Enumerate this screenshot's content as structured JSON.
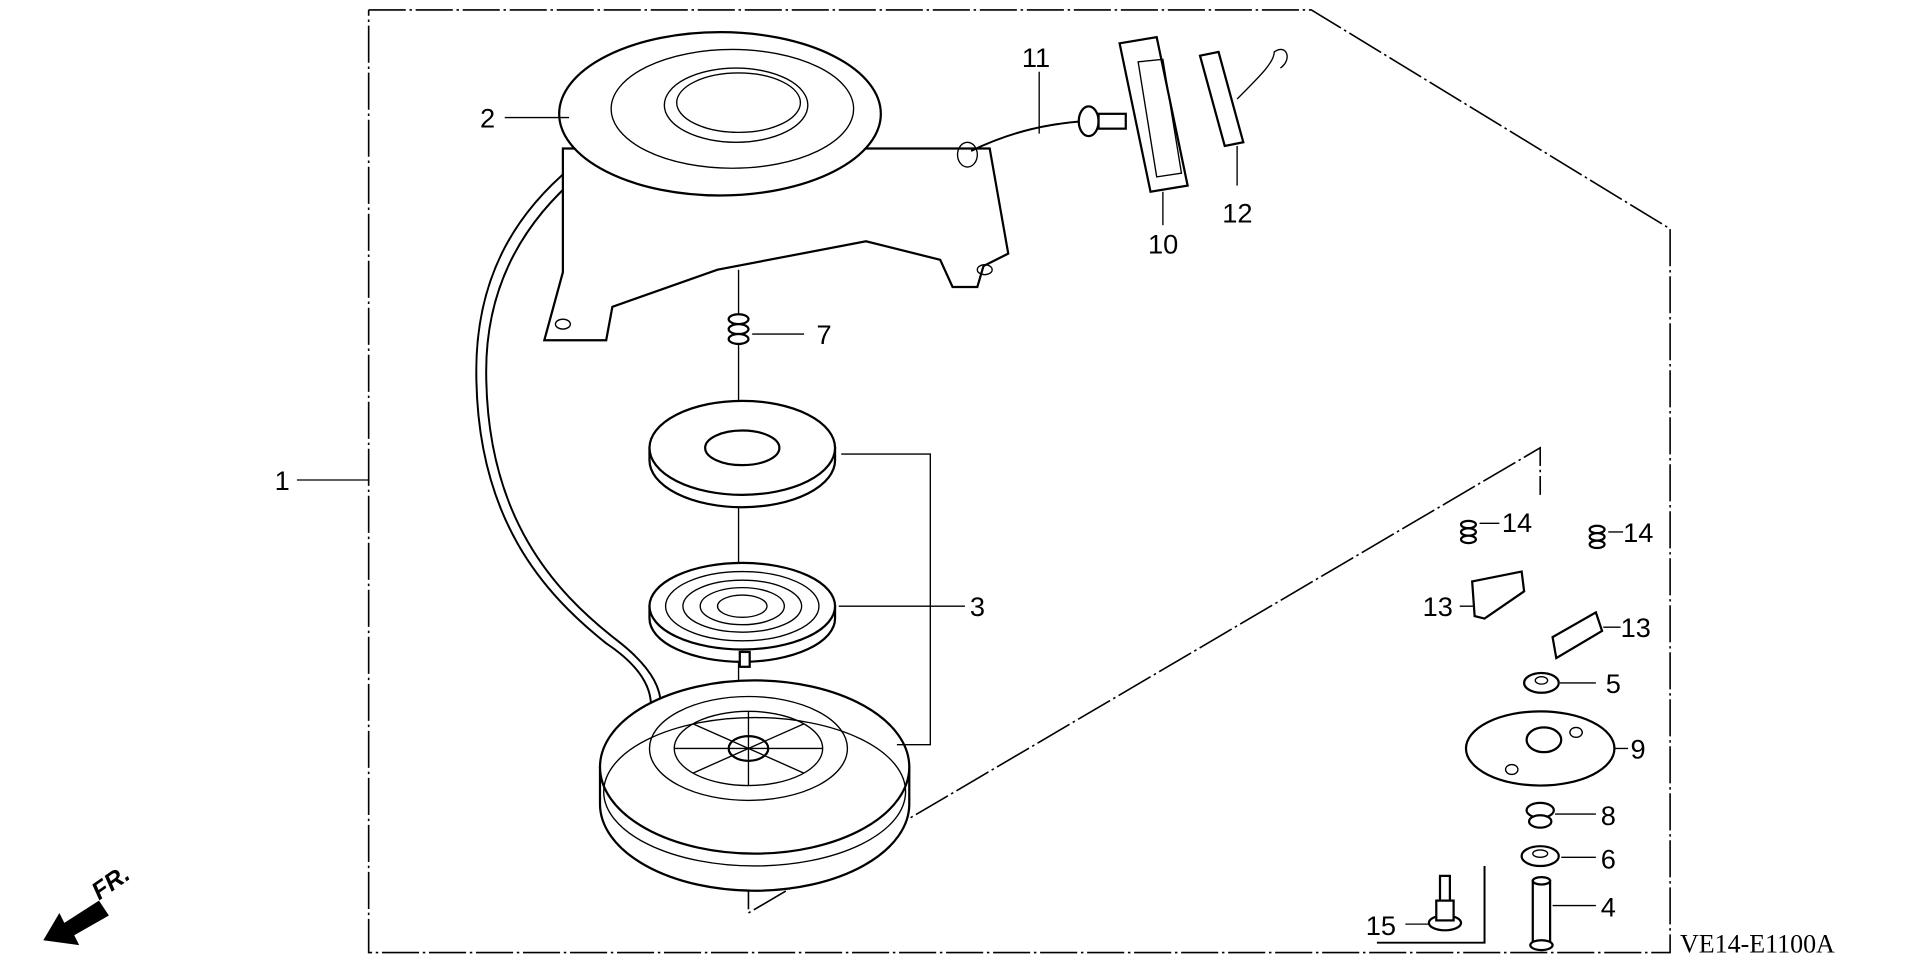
{
  "diagram": {
    "code": "VE14-E1100A",
    "direction_label": "FR.",
    "callouts": {
      "p1": "1",
      "p2": "2",
      "p3": "3",
      "p4": "4",
      "p5": "5",
      "p6": "6",
      "p7": "7",
      "p8": "8",
      "p9": "9",
      "p10": "10",
      "p11": "11",
      "p12": "12",
      "p13a": "13",
      "p13b": "13",
      "p14a": "14",
      "p14b": "14",
      "p15": "15"
    }
  }
}
